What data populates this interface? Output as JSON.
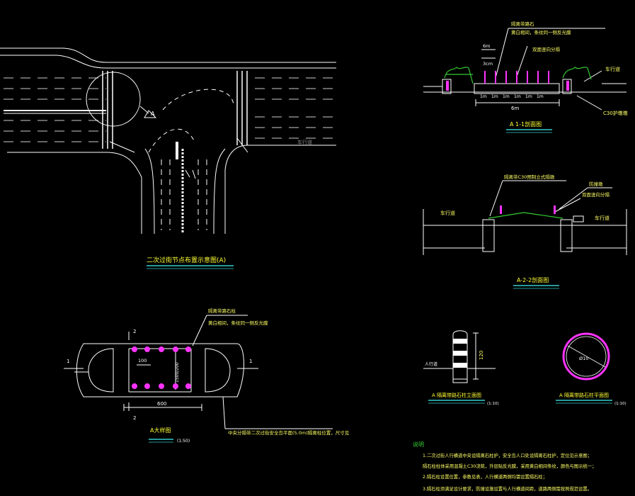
{
  "colors": {
    "background": "#000000",
    "line": "#ffffff",
    "text": "#ffff66",
    "green": "#33cc33",
    "magenta": "#ff33ff",
    "title": "#ffff00",
    "underline": "#33cccc",
    "cyan": "#66ccff"
  },
  "plan": {
    "title": "二次过街节点布置示意图(A)",
    "north_label": "A",
    "road_note": "车行道"
  },
  "section11": {
    "title": "A 1-1剖面图",
    "callouts": [
      "隔离带路石",
      "黄白相间，条纹同一侧反光膜",
      "双面竖向分隔"
    ],
    "dims": [
      "6m",
      "3cm",
      "6m",
      "1m",
      "1m",
      "1m",
      "1m",
      "1m",
      "1m"
    ],
    "right_label": "车行道",
    "foot_label": "C30护墩墩"
  },
  "section22": {
    "title": "A-2-2剖面图",
    "callouts": [
      "隔离带C30预制立式隔墩",
      "防撞墩",
      "双面竖向分隔"
    ],
    "left_road": "车行道",
    "right_road": "车行道"
  },
  "detail_a": {
    "title": "A大样图",
    "scale": "(1:50)",
    "callouts": [
      "隔离带路石柱",
      "黄白相间，条纹同一侧反光膜",
      "中央分隔带二次过街安全岛平面(5.0m)隔离柱位置，尺寸见"
    ],
    "dims": [
      "100",
      "600",
      "1500/200",
      "1",
      "1",
      "2",
      "2"
    ]
  },
  "bollard": {
    "title": "A 隔离带路石柱立面图",
    "scale": "(1:10)",
    "dim": "120",
    "left_label": "人行道"
  },
  "bollard_plan": {
    "title": "A 隔离带路石柱平面图",
    "scale": "(1:10)",
    "dia": "Ø10"
  },
  "notes": {
    "heading": "说明",
    "lines": [
      "1.二次过街人行横道中央设隔离石柱护，安全岛人口处设隔离石柱护，定位见示意图；",
      "   隔石柱柱体采用混凝土C30浇筑，外层贴反光膜，采用黄白相间条纹，颜色与图示统一；",
      "2.隔石柱设置位置，参数见表，人行横道两侧均需设置隔石柱；",
      "3.隔石柱须满足设计要求，防撞设施设置与人行横道间距，道路两侧需按照规范设置。"
    ]
  }
}
